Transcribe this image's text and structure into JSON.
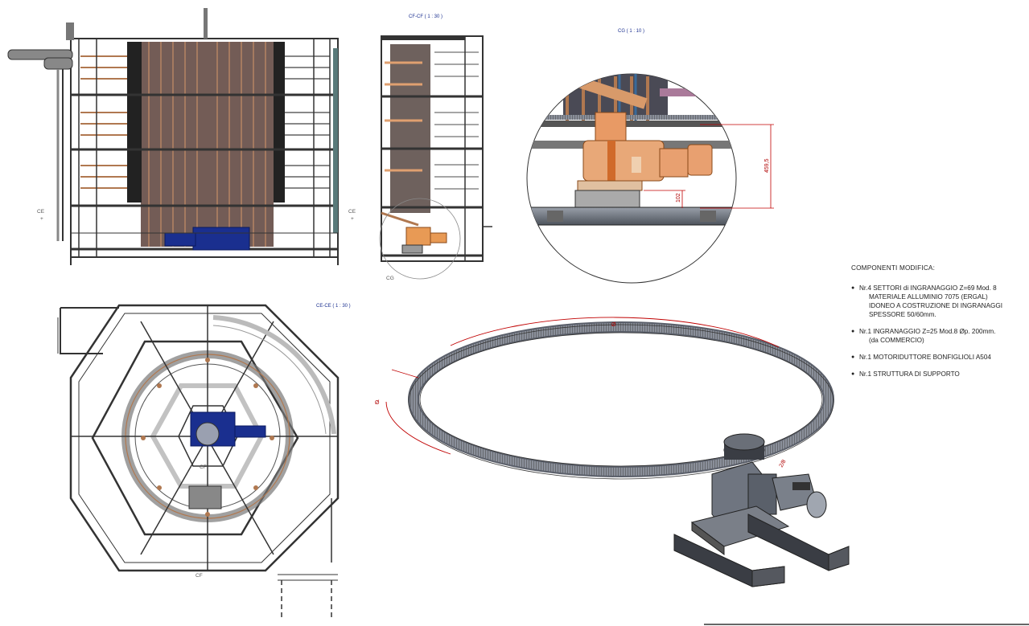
{
  "views": {
    "section_cf": {
      "label": "CF-CF ( 1 : 30 )"
    },
    "detail_cg": {
      "label": "CG ( 1 : 10 )",
      "dim_height": "459,5",
      "dim_small": "102"
    },
    "section_ce": {
      "label": "CE-CE ( 1 : 30 )"
    },
    "ring": {
      "dim_left": "Ø",
      "dim_top": "Ø",
      "dim_right": "2/8"
    }
  },
  "section_marks": {
    "ce_left": "CE",
    "ce_right": "CE",
    "cg": "CG",
    "cf_bottom1": "CF",
    "cf_bottom2": "CF"
  },
  "notes": {
    "heading": "COMPONENTI MODIFICA:",
    "items": [
      {
        "lines": [
          "Nr.4  SETTORI di INGRANAGGIO Z=69 Mod. 8",
          "MATERIALE ALLUMINIO 7075 (ERGAL)",
          "IDONEO A COSTRUZIONE DI INGRANAGGI",
          "SPESSORE 50/60mm."
        ]
      },
      {
        "lines": [
          "Nr.1 INGRANAGGIO Z=25 Mod.8 Øp. 200mm.",
          "(da COMMERCIO)"
        ]
      },
      {
        "lines": [
          "Nr.1 MOTORIDUTTORE  BONFIGLIOLI A504"
        ]
      },
      {
        "lines": [
          "Nr.1 STRUTTURA DI SUPPORTO"
        ]
      }
    ]
  },
  "colors": {
    "line": "#333333",
    "frame": "#555555",
    "wood": "#b07850",
    "orange": "#e8a070",
    "motor_blue": "#1a2f8f",
    "dimension": "#c00000",
    "label_blue": "#1a2f8f"
  }
}
